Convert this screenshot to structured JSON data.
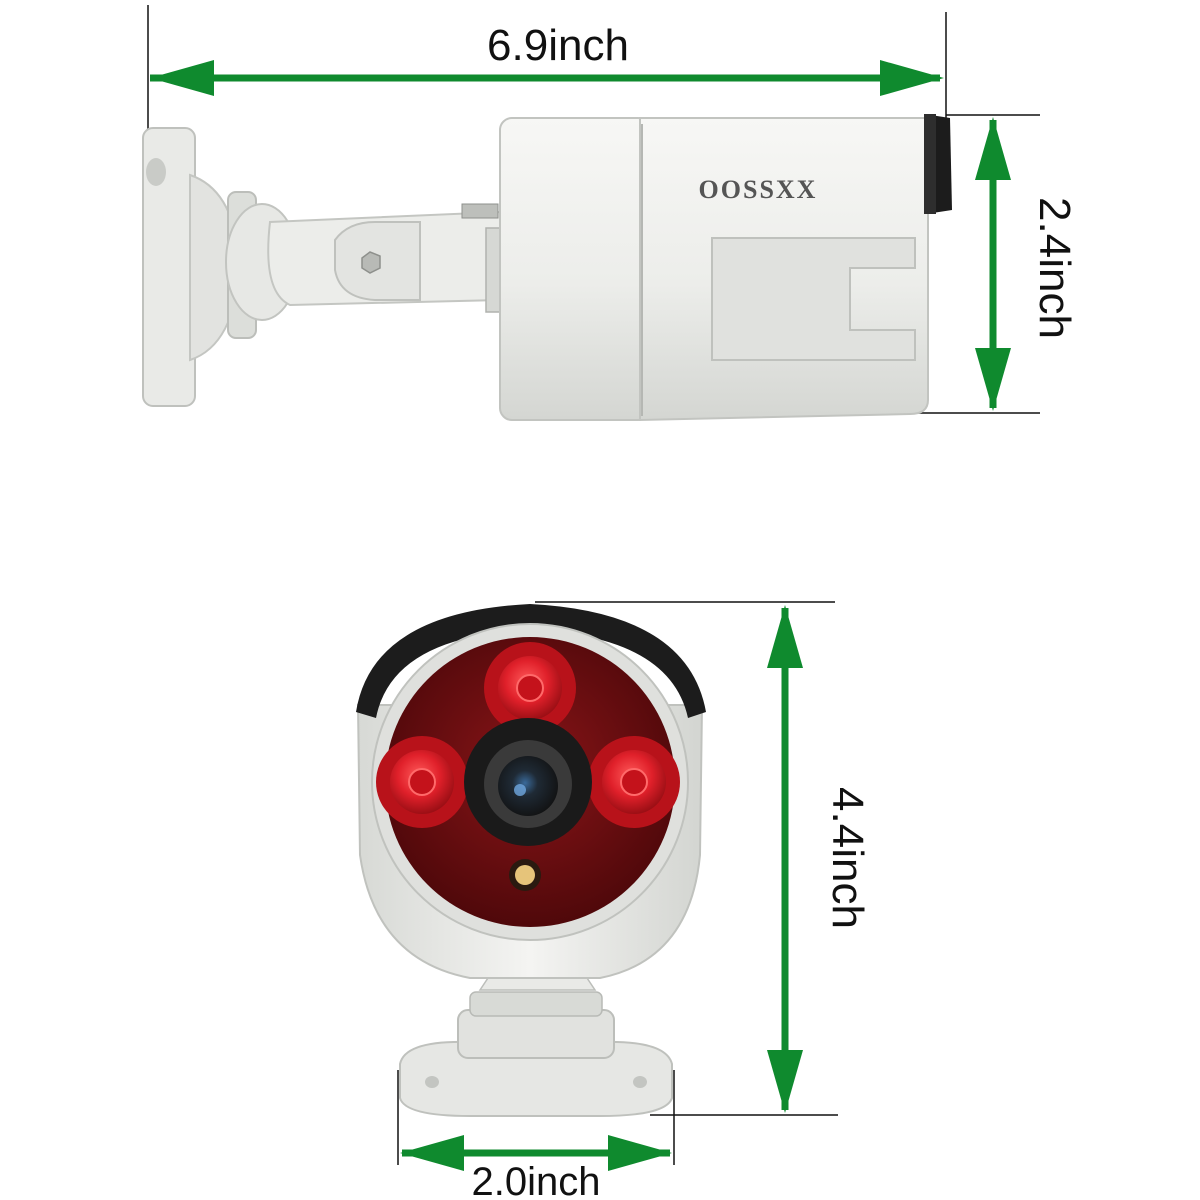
{
  "colors": {
    "arrow": "#0f8a2e",
    "body": "#ebecea",
    "body_shade": "#cfd1cd",
    "visor": "#1c1c1c",
    "ir_face": "#6e0f12",
    "ir_led": "#e0202a",
    "lens": "#262626"
  },
  "side_view": {
    "brand": "OOSSXX",
    "length_label": "6.9inch",
    "height_label": "2.4inch"
  },
  "front_view": {
    "height_label": "4.4inch",
    "width_label": "2.0inch"
  },
  "icons": [
    "arrow-double-horizontal",
    "arrow-double-vertical",
    "ir-led",
    "camera-lens"
  ]
}
